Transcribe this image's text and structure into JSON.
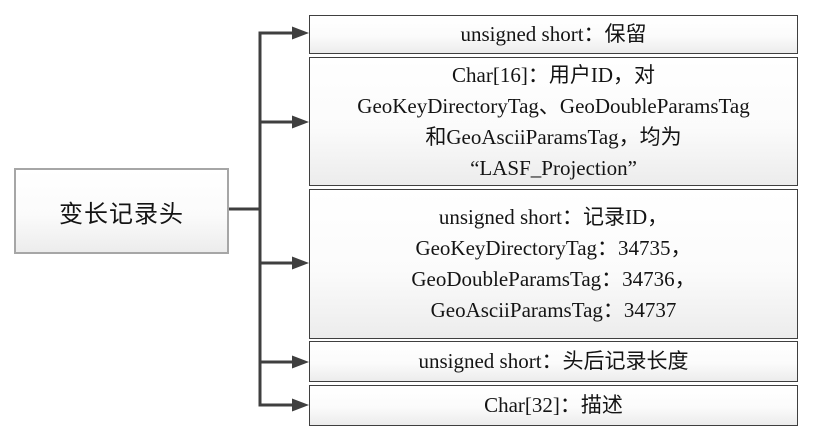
{
  "diagram": {
    "root_label": "变长记录头",
    "fields": [
      {
        "lines": [
          "unsigned short：保留"
        ]
      },
      {
        "lines": [
          "Char[16]：用户ID，对",
          "GeoKeyDirectoryTag、GeoDoubleParamsTag",
          "和GeoAsciiParamsTag，均为",
          "“LASF_Projection”"
        ]
      },
      {
        "lines": [
          "unsigned short：记录ID，",
          "GeoKeyDirectoryTag：34735，",
          "GeoDoubleParamsTag：34736，",
          "GeoAsciiParamsTag：34737"
        ]
      },
      {
        "lines": [
          "unsigned short：头后记录长度"
        ]
      },
      {
        "lines": [
          "Char[32]：描述"
        ]
      }
    ],
    "colors": {
      "connector_line": "#3f3f3f",
      "field_border": "#3f3f3f",
      "root_border": "#a6a6a6",
      "box_fill_top": "#ffffff",
      "box_fill_bottom": "#ececec",
      "text": "#141414",
      "background": "#ffffff"
    }
  }
}
